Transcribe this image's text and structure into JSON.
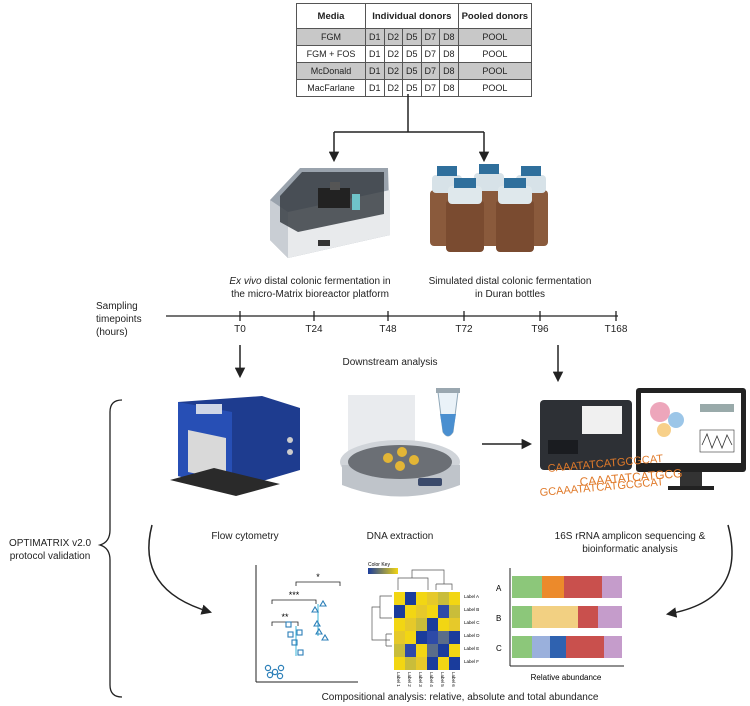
{
  "table": {
    "headers": [
      "Media",
      "Individual donors",
      "Pooled donors"
    ],
    "rows": [
      {
        "media": "FGM",
        "donors": [
          "D1",
          "D2",
          "D5",
          "D7",
          "D8"
        ],
        "pool": "POOL"
      },
      {
        "media": "FGM + FOS",
        "donors": [
          "D1",
          "D2",
          "D5",
          "D7",
          "D8"
        ],
        "pool": "POOL"
      },
      {
        "media": "McDonald",
        "donors": [
          "D1",
          "D2",
          "D5",
          "D7",
          "D8"
        ],
        "pool": "POOL"
      },
      {
        "media": "MacFarlane",
        "donors": [
          "D1",
          "D2",
          "D5",
          "D7",
          "D8"
        ],
        "pool": "POOL"
      }
    ]
  },
  "platforms": {
    "left_italic": "Ex vivo",
    "left_rest1": " distal colonic fermentation in",
    "left_line2": "the micro-Matrix bioreactor platform",
    "right_line1": "Simulated distal colonic fermentation",
    "right_line2": "in Duran bottles"
  },
  "timeline": {
    "label_line1": "Sampling",
    "label_line2": "timepoints",
    "label_line3": "(hours)",
    "ticks": [
      "T0",
      "T24",
      "T48",
      "T72",
      "T96",
      "T168"
    ]
  },
  "downstream": "Downstream analysis",
  "analyses": {
    "flow": "Flow cytometry",
    "dna": "DNA extraction",
    "seq_line1": "16S rRNA amplicon sequencing &",
    "seq_line2": "bioinformatic analysis"
  },
  "validation": {
    "line1": "OPTIMATRIX v2.0",
    "line2": "protocol validation"
  },
  "sig": {
    "a": "***",
    "b": "*",
    "c": "**"
  },
  "heatmap": {
    "color_key": "Color Key",
    "row_labels": [
      "Label A",
      "Label B",
      "Label C",
      "Label D",
      "Label E",
      "Label F"
    ],
    "col_labels": [
      "Label 1",
      "Label 2",
      "Label 3",
      "Label 4",
      "Label 5",
      "Label 6"
    ]
  },
  "barchart": {
    "rows": [
      "A",
      "B",
      "C"
    ],
    "xlabel": "Relative abundance"
  },
  "sequence": {
    "line1": "CAAATATCATGCGCAT",
    "line2": "CAAATATCATGCG",
    "line3": "GCAAATATCATGCGCAT"
  },
  "footer": "Compositional analysis: relative, absolute and total abundance"
}
